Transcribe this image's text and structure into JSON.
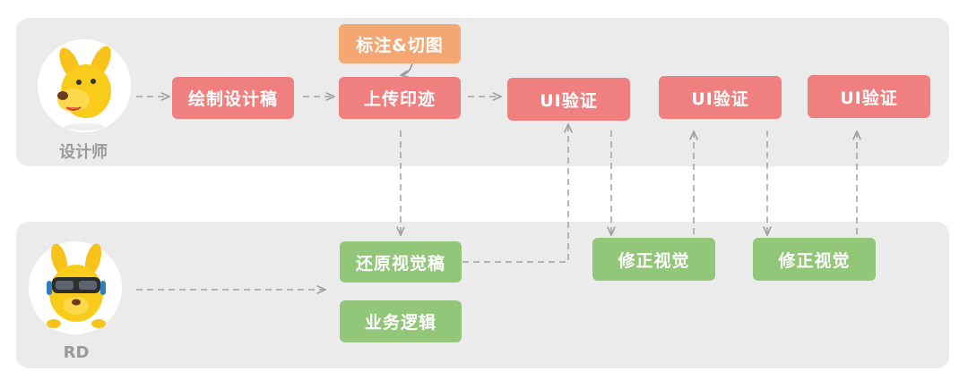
{
  "colors": {
    "lane": "#ebebeb",
    "red_node": "#f08080",
    "orange_node": "#f4a772",
    "green_node": "#92c77a",
    "connector": "#a0a0a0",
    "label": "#9a9a9a"
  },
  "roles": {
    "designer": {
      "label": "设计师",
      "avatar_icon": "yellow-kangaroo-mascot-icon"
    },
    "rd": {
      "label": "RD",
      "avatar_icon": "yellow-kangaroo-vr-headset-mascot-icon"
    }
  },
  "nodes": {
    "annotate": "标注&切图",
    "draw": "绘制设计稿",
    "upload": "上传印迹",
    "ui_check_1": "UI验证",
    "ui_check_2": "UI验证",
    "ui_check_3": "UI验证",
    "restore": "还原视觉稿",
    "business": "业务逻辑",
    "fix_1": "修正视觉",
    "fix_2": "修正视觉"
  }
}
